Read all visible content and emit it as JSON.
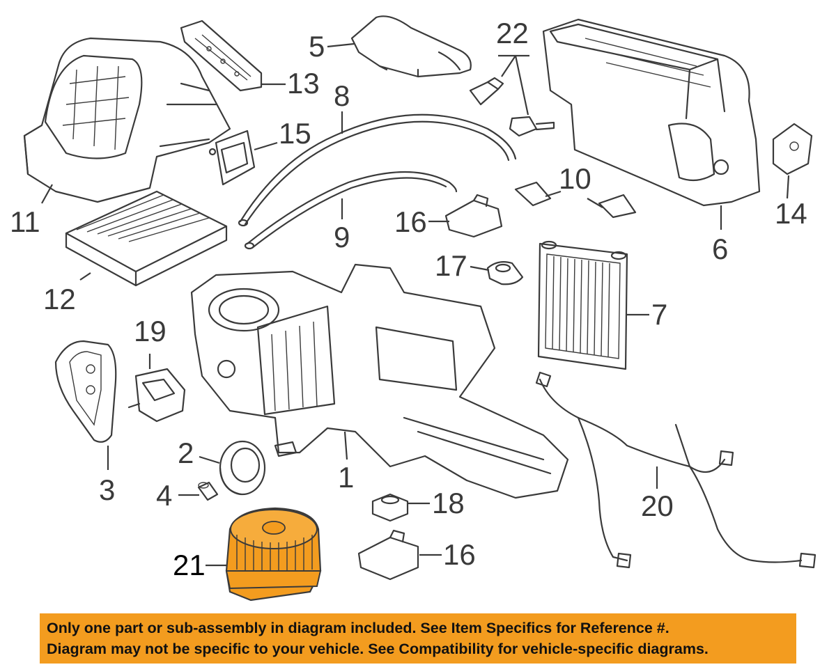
{
  "diagram": {
    "callouts": [
      {
        "id": "1",
        "label": "1"
      },
      {
        "id": "2",
        "label": "2"
      },
      {
        "id": "3",
        "label": "3"
      },
      {
        "id": "4",
        "label": "4"
      },
      {
        "id": "5",
        "label": "5"
      },
      {
        "id": "6",
        "label": "6"
      },
      {
        "id": "7",
        "label": "7"
      },
      {
        "id": "8",
        "label": "8"
      },
      {
        "id": "9",
        "label": "9"
      },
      {
        "id": "10",
        "label": "10"
      },
      {
        "id": "11",
        "label": "11"
      },
      {
        "id": "12",
        "label": "12"
      },
      {
        "id": "13",
        "label": "13"
      },
      {
        "id": "14",
        "label": "14"
      },
      {
        "id": "15",
        "label": "15"
      },
      {
        "id": "16a",
        "label": "16"
      },
      {
        "id": "16b",
        "label": "16"
      },
      {
        "id": "17",
        "label": "17"
      },
      {
        "id": "18",
        "label": "18"
      },
      {
        "id": "19",
        "label": "19"
      },
      {
        "id": "20",
        "label": "20"
      },
      {
        "id": "21",
        "label": "21"
      },
      {
        "id": "22",
        "label": "22"
      }
    ],
    "highlighted_part": "21",
    "highlight_color": "#f39c1f"
  },
  "notice": {
    "line1": "Only one part or sub-assembly in diagram included. See Item Specifics for Reference #.",
    "line2": "Diagram may not be specific to your vehicle. See Compatibility for vehicle-specific diagrams.",
    "background": "#f39c1f"
  }
}
